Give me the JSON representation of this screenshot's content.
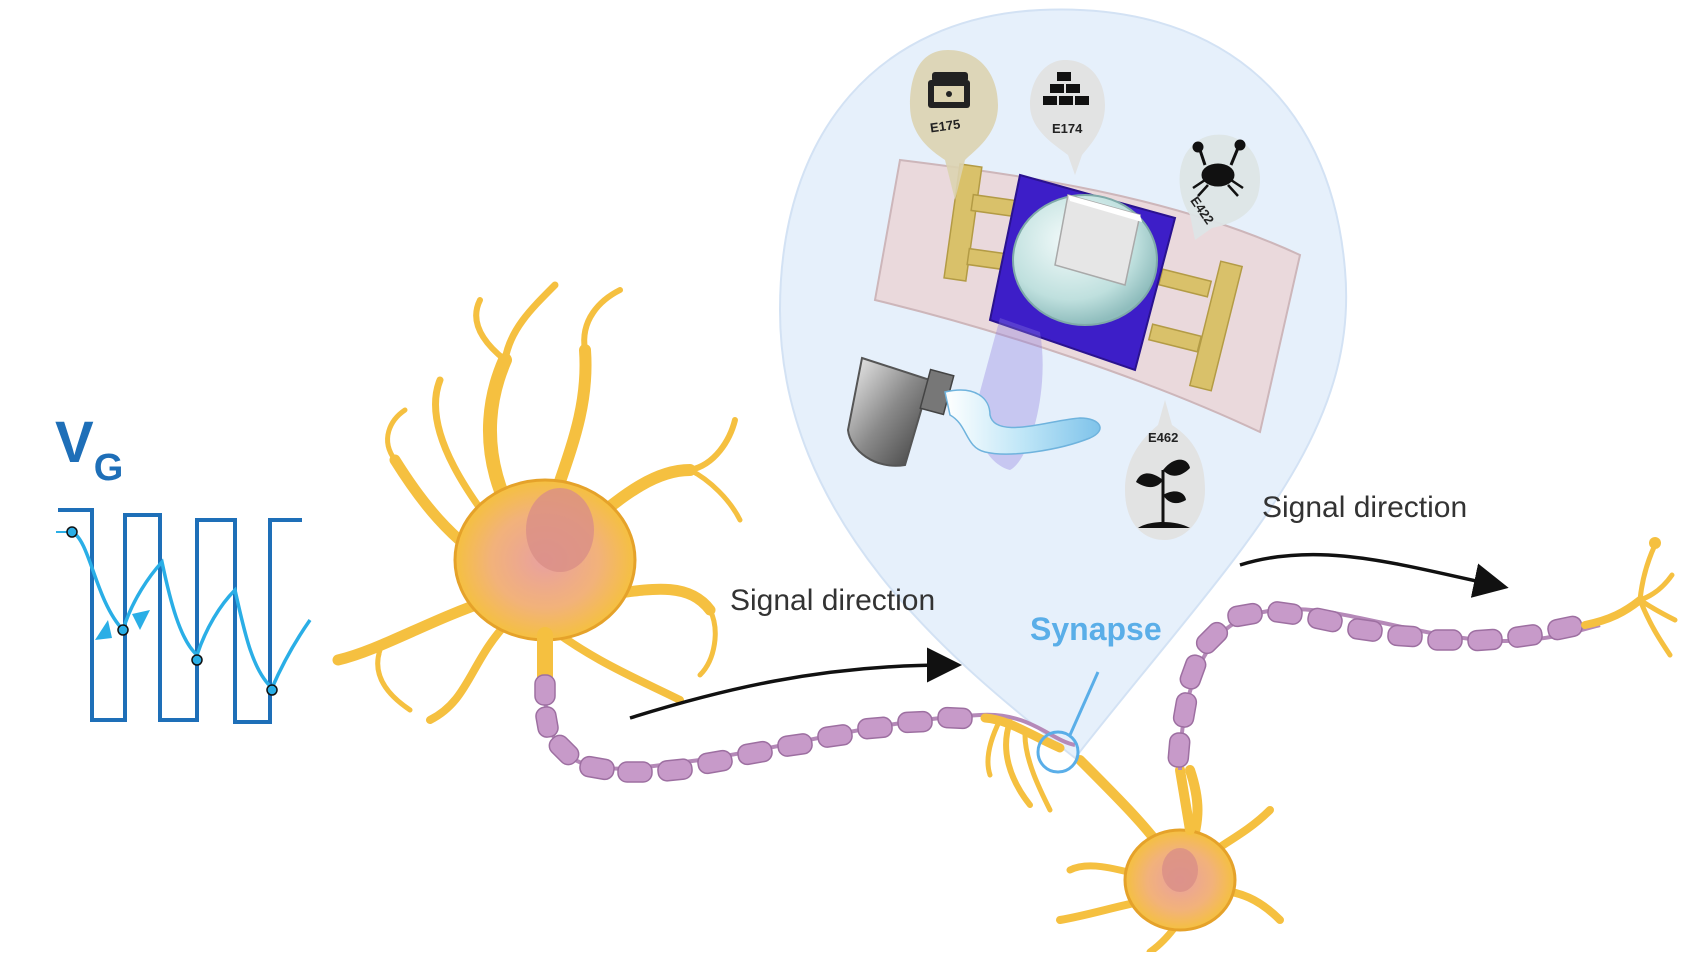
{
  "voltage_label": {
    "main": "V",
    "subscript": "G"
  },
  "signal_labels": [
    "Signal direction",
    "Signal direction"
  ],
  "synapse_label": "Synapse",
  "additive_labels": {
    "treasure": "E175",
    "gold_bars": "E174",
    "crab": "E422",
    "plant": "E462"
  },
  "colors": {
    "waveform": "#1e6fb8",
    "response": "#2aaee6",
    "neuron": "#f5c040",
    "neuron_outline": "#e5a22a",
    "myelin": "#c79ac9",
    "synapse": "#5aaee8",
    "bubble": "#e6f0fb",
    "substrate": "#ead9dc",
    "channel": "#3d1ec8",
    "electrode": "#d9c16a"
  }
}
